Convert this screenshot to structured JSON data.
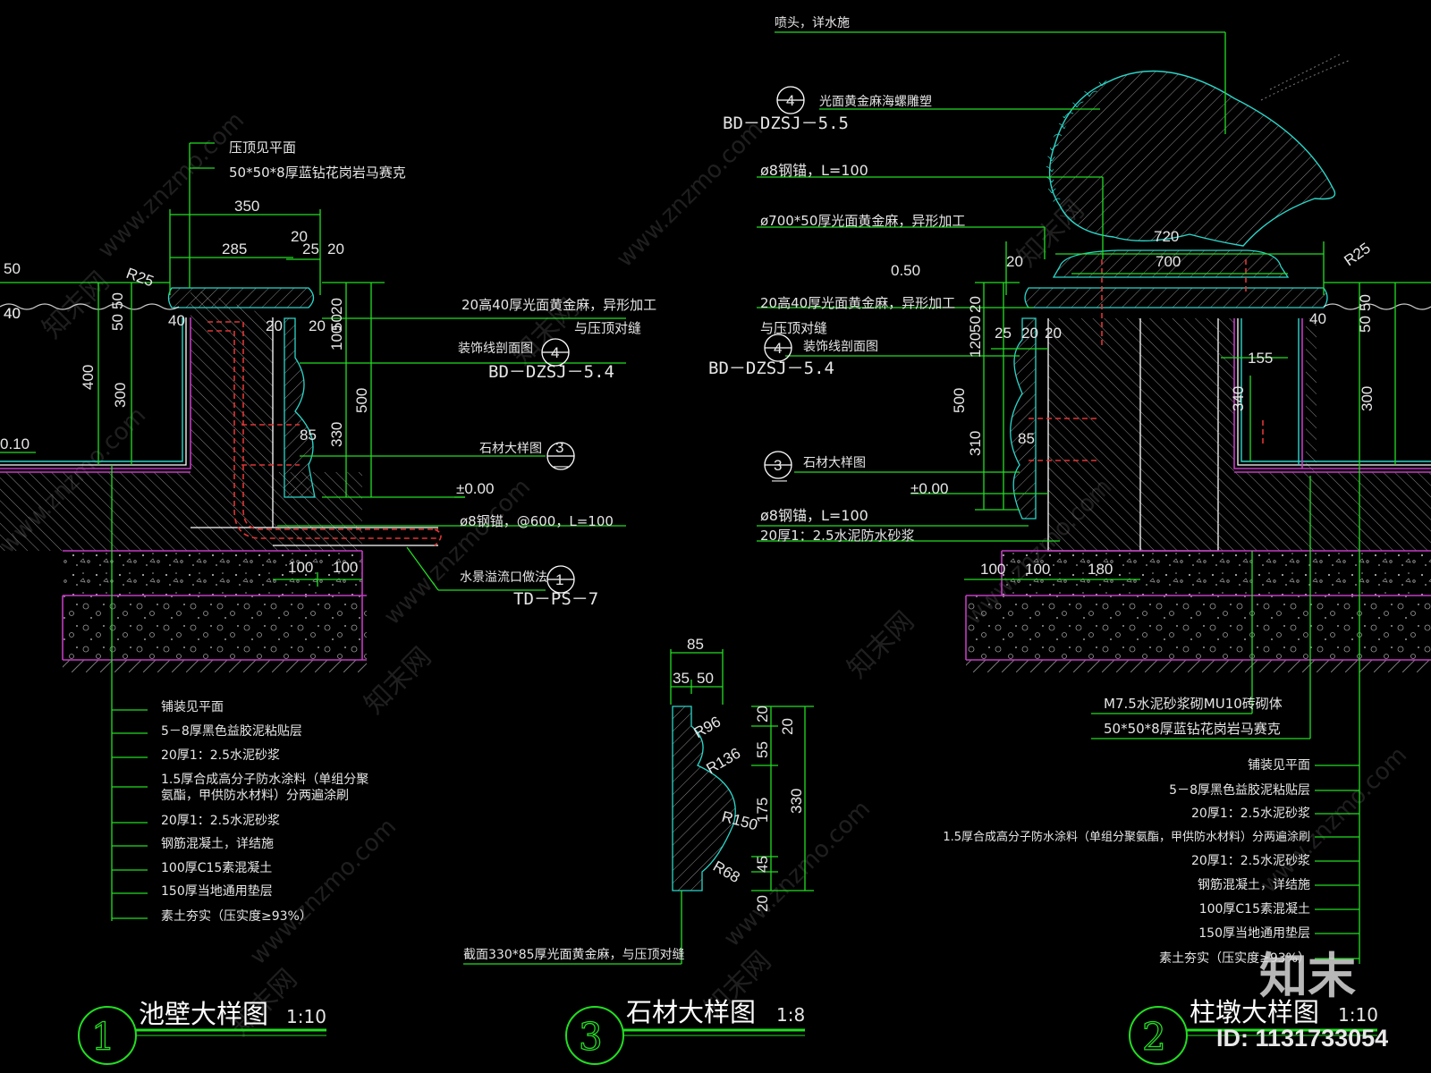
{
  "colors": {
    "background": "#000000",
    "leader": "#22dd22",
    "outline": "#2bd6c9",
    "layer": "#c43bc4",
    "rebar": "#e03434",
    "text": "#e6e6e6"
  },
  "watermark": {
    "site": "www.znzmo.com",
    "cn": "知末网",
    "logo": "知末",
    "id": "ID: 1131733054"
  },
  "d1": {
    "title": "池壁大样图",
    "scale": "1:10",
    "number": "1",
    "top_labels": [
      "压顶见平面",
      "50*50*8厚蓝钻花岗岩马赛克"
    ],
    "right_labels": [
      "20高40厚光面黄金麻，异形加工",
      "与压顶对缝",
      "装饰线剖面图",
      "石材大样图",
      "±0.00",
      "ø8钢锚，@600，L=100",
      "水景溢流口做法"
    ],
    "refs": [
      {
        "num": "4",
        "sheet": "BD－DZSJ－5.4"
      },
      {
        "num": "3",
        "sheet": "—"
      },
      {
        "num": "1",
        "sheet": "TD－PS－7"
      }
    ],
    "dims": [
      "350",
      "285",
      "20",
      "25",
      "20",
      "R25",
      "50",
      "50",
      "40",
      "40",
      "20",
      "20",
      "20",
      "50",
      "100",
      "500",
      "400",
      "300",
      "85",
      "330",
      "100",
      "100",
      "50",
      "40",
      "0.10"
    ],
    "layers": [
      "铺装见平面",
      "5－8厚黑色益胶泥粘贴层",
      "20厚1：2.5水泥砂浆",
      "1.5厚合成高分子防水涂料（单组分聚",
      "氨酯，甲供防水材料）分两遍涂刷",
      "20厚1：2.5水泥砂浆",
      "钢筋混凝土，详结施",
      "100厚C15素混凝土",
      "150厚当地通用垫层",
      "素土夯实（压实度≥93%）"
    ]
  },
  "d3": {
    "title": "石材大样图",
    "scale": "1:8",
    "number": "3",
    "dims": [
      "85",
      "35",
      "50",
      "R96",
      "R136",
      "R150",
      "R68",
      "20",
      "55",
      "175",
      "45",
      "20",
      "20",
      "330"
    ],
    "label": "截面330*85厚光面黄金麻，与压顶对缝"
  },
  "d2": {
    "title": "柱墩大样图",
    "scale": "1:10",
    "number": "2",
    "top_labels": [
      "喷头，详水施",
      "光面黄金麻海螺雕塑",
      "ø8钢锚，L=100",
      "ø700*50厚光面黄金麻，异形加工",
      "20高40厚光面黄金麻，异形加工",
      "与压顶对缝",
      "装饰线剖面图",
      "石材大样图",
      "±0.00",
      "ø8钢锚，L=100",
      "20厚1：2.5水泥防水砂浆"
    ],
    "refs": [
      {
        "num": "4",
        "sheet": "BD－DZSJ－5.5"
      },
      {
        "num": "4",
        "sheet": "BD－DZSJ－5.4"
      },
      {
        "num": "3",
        "sheet": "—"
      }
    ],
    "dims": [
      "720",
      "700",
      "20",
      "0.50",
      "R25",
      "20",
      "50",
      "25",
      "20",
      "20",
      "120",
      "500",
      "310",
      "85",
      "155",
      "340",
      "50",
      "50",
      "40",
      "300",
      "100",
      "100",
      "180"
    ],
    "mid_labels": [
      "M7.5水泥砂浆砌MU10砖砌体",
      "50*50*8厚蓝钻花岗岩马赛克"
    ],
    "layers": [
      "铺装见平面",
      "5－8厚黑色益胶泥粘贴层",
      "20厚1：2.5水泥砂浆",
      "1.5厚合成高分子防水涂料（单组分聚氨酯，甲供防水材料）分两遍涂刷",
      "20厚1：2.5水泥砂浆",
      "钢筋混凝土，详结施",
      "100厚C15素混凝土",
      "150厚当地通用垫层",
      "素土夯实（压实度≥93%）"
    ]
  }
}
